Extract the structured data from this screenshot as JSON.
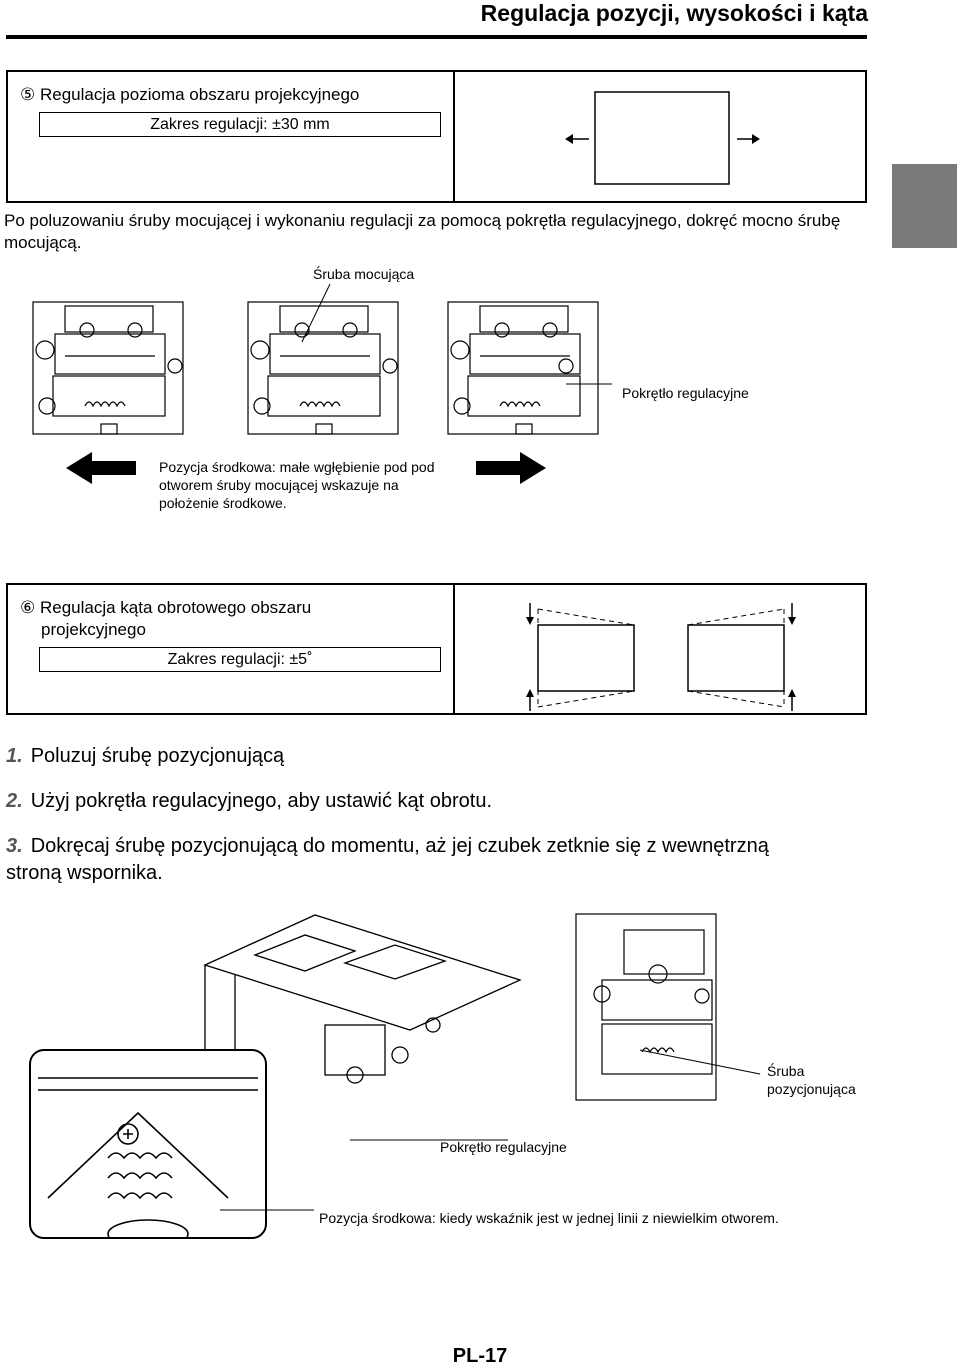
{
  "header": {
    "title": "Regulacja pozycji, wysokości i kąta"
  },
  "section5": {
    "marker": "⑤",
    "title": "Regulacja pozioma obszaru projekcyjnego",
    "range": "Zakres regulacji: ±30 mm"
  },
  "instruction": "Po poluzowaniu śruby mocującej i wykonaniu regulacji za pomocą pokrętła regulacyjnego, dokręć mocno śrubę mocującą.",
  "figure1": {
    "label_screw": "Śruba mocująca",
    "label_knob": "Pokrętło regulacyjne",
    "center_note_lines": [
      "Pozycja środkowa: małe wgłębienie pod pod",
      "otworem śruby mocującej wskazuje na",
      "położenie środkowe."
    ]
  },
  "section6": {
    "marker": "⑥",
    "title_lines": [
      "Regulacja kąta obrotowego obszaru",
      "projekcyjnego"
    ],
    "range": "Zakres regulacji: ±5˚"
  },
  "steps": [
    {
      "num": "1.",
      "text": "Poluzuj śrubę pozycjonującą"
    },
    {
      "num": "2.",
      "text": "Użyj pokrętła regulacyjnego, aby ustawić kąt obrotu."
    },
    {
      "num": "3.",
      "text_lines": [
        "Dokręcaj śrubę pozycjonującą do momentu, aż jej czubek zetknie się z wewnętrzną",
        "stroną wspornika."
      ]
    }
  ],
  "figure2": {
    "label_positioning_screw_lines": [
      "Śruba",
      "pozycjonująca"
    ],
    "label_knob": "Pokrętło regulacyjne",
    "label_center": "Pozycja środkowa: kiedy wskaźnik jest w jednej linii z niewielkim otworem."
  },
  "footer": {
    "page_number": "PL-17"
  },
  "colors": {
    "side_tab": "#7a7a7a",
    "rule": "#000000"
  }
}
